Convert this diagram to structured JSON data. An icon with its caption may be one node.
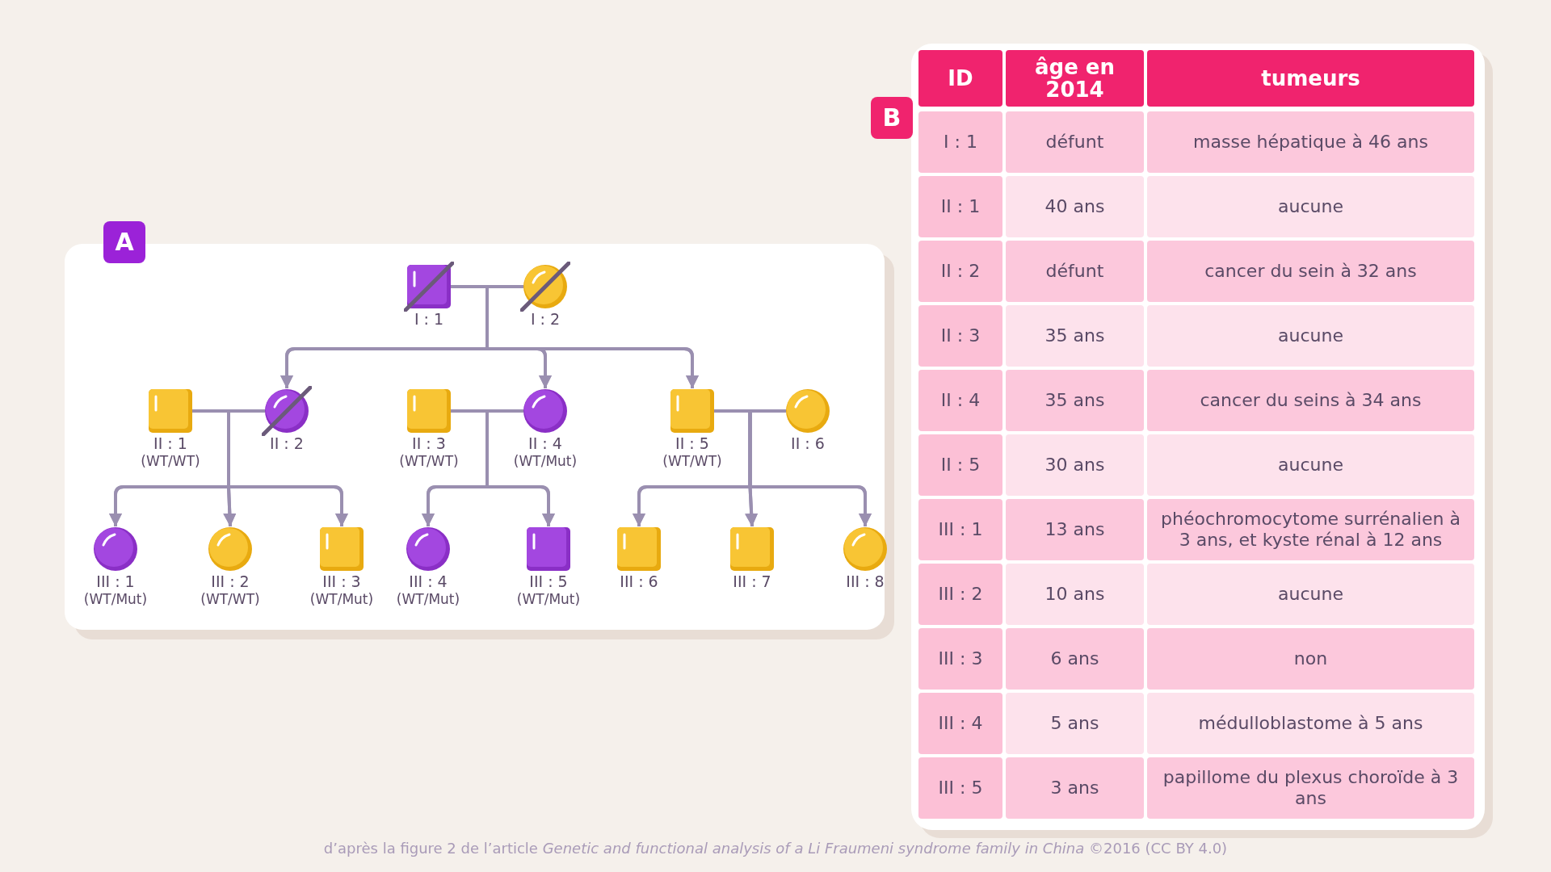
{
  "diagram": {
    "caption": "d’après la figure 2 de l’article *Genetic and functional analysis of a Li Fraumeni syndrome family in China* ©2016 (CC BY 4.0)",
    "nodes": [
      {
        "text": [
          "A"
        ]
      },
      {
        "text": [
          "I : 1"
        ],
        "in": 0
      },
      {
        "text": [
          "I : 2"
        ],
        "in": 0
      },
      {
        "text": [
          "II : 1",
          "(WT/WT)"
        ],
        "in": 0
      },
      {
        "text": [
          "II : 2"
        ],
        "in": 0
      },
      {
        "text": [
          "II : 3",
          "(WT/WT)"
        ],
        "in": 0
      },
      {
        "text": [
          "II : 4",
          "(WT/Mut)"
        ],
        "in": 0
      },
      {
        "text": [
          "II : 5",
          "(WT/WT)"
        ],
        "in": 0
      },
      {
        "text": [
          "II : 6"
        ],
        "in": 0
      },
      {
        "text": [
          "III : 1",
          "(WT/Mut)"
        ],
        "in": 0
      },
      {
        "text": [
          "III : 2",
          "(WT/WT)"
        ],
        "in": 0
      },
      {
        "text": [
          "III : 3",
          "(WT/Mut)"
        ],
        "in": 0
      },
      {
        "text": [
          "III : 4",
          "(WT/Mut)"
        ],
        "in": 0
      },
      {
        "text": [
          "III : 5",
          "(WT/Mut)"
        ],
        "in": 0
      },
      {
        "text": [
          "III : 6"
        ],
        "in": 0
      },
      {
        "text": [
          "III : 7"
        ],
        "in": 0
      },
      {
        "text": [
          "III : 8"
        ],
        "in": 0
      }
    ],
    "edges": [
      {
        "from": 1,
        "to": 2,
        "arrow": "none"
      },
      {
        "from": 1,
        "to": 4,
        "arrow": "to"
      },
      {
        "from": 2,
        "to": 4,
        "arrow": "to"
      },
      {
        "from": 1,
        "to": 6,
        "arrow": "to"
      },
      {
        "from": 2,
        "to": 6,
        "arrow": "to"
      },
      {
        "from": 1,
        "to": 7,
        "arrow": "to"
      },
      {
        "from": 2,
        "to": 7,
        "arrow": "to"
      },
      {
        "from": 3,
        "to": 4,
        "arrow": "none"
      },
      {
        "from": 3,
        "to": 9,
        "arrow": "to"
      },
      {
        "from": 4,
        "to": 9,
        "arrow": "to"
      },
      {
        "from": 3,
        "to": 10,
        "arrow": "to"
      },
      {
        "from": 4,
        "to": 10,
        "arrow": "to"
      },
      {
        "from": 3,
        "to": 11,
        "arrow": "to"
      },
      {
        "from": 4,
        "to": 11,
        "arrow": "to"
      },
      {
        "from": 5,
        "to": 6,
        "arrow": "none"
      },
      {
        "from": 5,
        "to": 12,
        "arrow": "to"
      },
      {
        "from": 6,
        "to": 12,
        "arrow": "to"
      },
      {
        "from": 5,
        "to": 13,
        "arrow": "to"
      },
      {
        "from": 6,
        "to": 13,
        "arrow": "to"
      },
      {
        "from": 7,
        "to": 8,
        "arrow": "none"
      },
      {
        "from": 7,
        "to": 14,
        "arrow": "to"
      },
      {
        "from": 8,
        "to": 14,
        "arrow": "to"
      },
      {
        "from": 7,
        "to": 15,
        "arrow": "to"
      },
      {
        "from": 8,
        "to": 15,
        "arrow": "to"
      },
      {
        "from": 7,
        "to": 16,
        "arrow": "to"
      },
      {
        "from": 8,
        "to": 16,
        "arrow": "to"
      }
    ],
    "labels": [
      "B",
      "ID",
      "âge en 2014",
      "tumeurs",
      "I : 1",
      "défunt",
      "masse hépatique à 46 ans",
      "II : 1",
      "40 ans",
      "aucune",
      "II : 2",
      "défunt",
      "cancer du sein à 32 ans",
      "II : 3",
      "35 ans",
      "aucune",
      "II : 4",
      "35 ans",
      "cancer du seins à 34 ans",
      "II : 5",
      "30 ans",
      "aucune",
      "III : 1",
      "13 ans",
      "phéochromocytome surrénalien à 3 ans, et kyste rénal à 12 ans",
      "III : 2",
      "10 ans",
      "aucune",
      "III : 3",
      "6 ans",
      "non",
      "III : 4",
      "5 ans",
      "médulloblastome à 5 ans",
      "III : 5",
      "3 ans",
      "papillome du plexus choroïde à 3 ans"
    ]
  }
}
